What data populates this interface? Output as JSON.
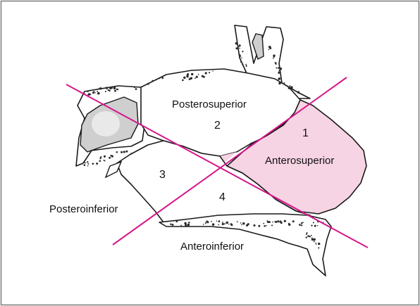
{
  "colors": {
    "frame": "#7a7a7a",
    "outline": "#1a1a1a",
    "bone_stipple": "#2a2a2a",
    "bone_fill": "#ffffff",
    "sinus_gray": "#cfcfcf",
    "highlight_region": "#f7d4e3",
    "division_lines": "#d6168a"
  },
  "regions": [
    {
      "id": "1",
      "number": "1",
      "name": "Anterosuperior",
      "highlighted": true
    },
    {
      "id": "2",
      "number": "2",
      "name": "Posterosuperior",
      "highlighted": false
    },
    {
      "id": "3",
      "number": "3",
      "name": "Posteroinferior",
      "highlighted": false
    },
    {
      "id": "4",
      "number": "4",
      "name": "Anteroinferior",
      "highlighted": false
    }
  ],
  "labels": {
    "posterosuperior": "Posterosuperior",
    "anterosuperior": "Anterosuperior",
    "posteroinferior": "Posteroinferior",
    "anteroinferior": "Anteroinferior"
  },
  "numbers": {
    "n1": "1",
    "n2": "2",
    "n3": "3",
    "n4": "4"
  },
  "division_lines": [
    {
      "name": "diagonal-a",
      "direction": "upper-left to lower-right"
    },
    {
      "name": "diagonal-b",
      "direction": "lower-left to upper-right"
    }
  ]
}
